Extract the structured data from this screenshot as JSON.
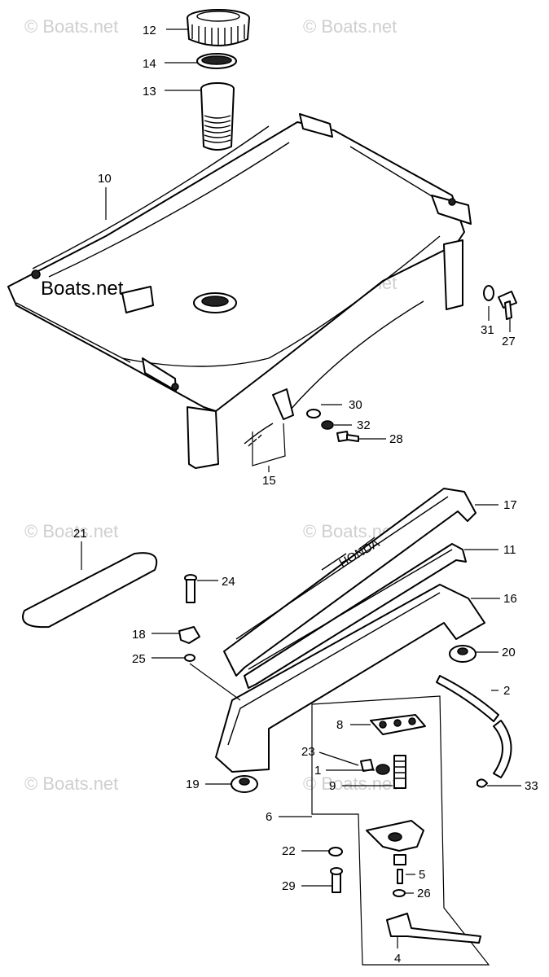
{
  "watermark": "© Boats.net",
  "watermark_main": "Boats.net",
  "badge_text": "HONDA",
  "labels": {
    "p1": "1",
    "p2": "2",
    "p4": "4",
    "p5": "5",
    "p6": "6",
    "p8": "8",
    "p9": "9",
    "p10": "10",
    "p11": "11",
    "p12": "12",
    "p13": "13",
    "p14": "14",
    "p15": "15",
    "p16": "16",
    "p17": "17",
    "p18": "18",
    "p19": "19",
    "p20": "20",
    "p21": "21",
    "p22": "22",
    "p23": "23",
    "p24": "24",
    "p25": "25",
    "p26": "26",
    "p27": "27",
    "p28": "28",
    "p29": "29",
    "p30": "30",
    "p31": "31",
    "p32": "32",
    "p33": "33"
  }
}
